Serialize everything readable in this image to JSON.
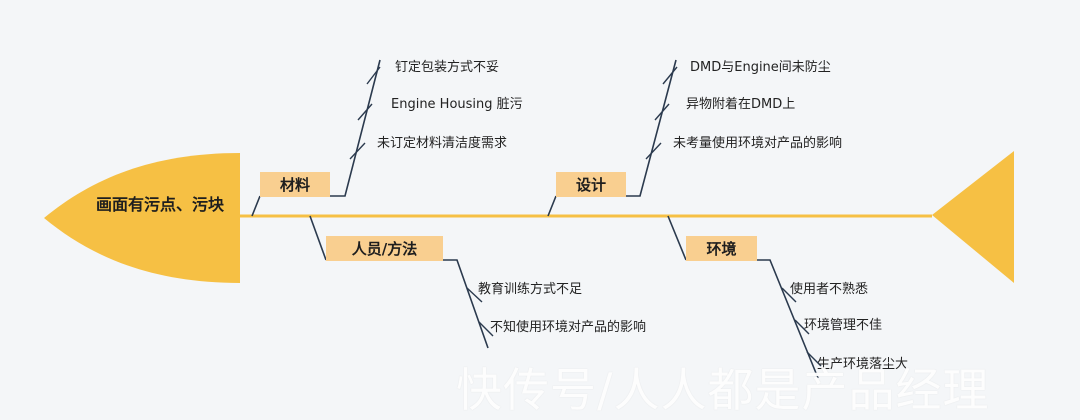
{
  "diagram": {
    "problem": "画面有污点、污块",
    "categories": [
      {
        "name": "材料",
        "causes": [
          "钉定包装方式不妥",
          "Engine Housing 脏污",
          "未订定材料清洁度需求"
        ]
      },
      {
        "name": "设计",
        "causes": [
          "DMD与Engine间未防尘",
          "异物附着在DMD上",
          "未考量使用环境对产品的影响"
        ]
      },
      {
        "name": "人员/方法",
        "causes": [
          "教育训练方式不足",
          "不知使用环境对产品的影响"
        ]
      },
      {
        "name": "环境",
        "causes": [
          "使用者不熟悉",
          "环境管理不佳",
          "生产环境落尘大"
        ]
      }
    ]
  },
  "colors": {
    "background": "#f4f6f8",
    "head": "#f6c044",
    "spine": "#f6c044",
    "tail": "#f6c044",
    "category_box": "#f9cf90",
    "branch_line": "#2b3a4e"
  },
  "watermark": "快传号/人人都是产品经理"
}
